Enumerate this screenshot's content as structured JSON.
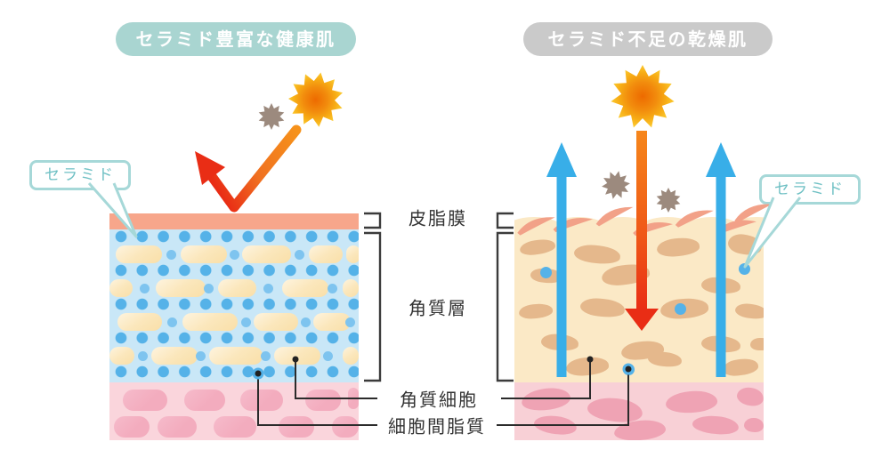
{
  "badges": {
    "healthy": "セラミド豊富な健康肌",
    "dry": "セラミド不足の乾燥肌"
  },
  "bubbles": {
    "left": "セラミド",
    "right": "セラミド"
  },
  "layer_labels": {
    "sebum_film": "皮脂膜",
    "stratum_corneum": "角質層",
    "corneocyte": "角質細胞",
    "intercellular_lipid": "細胞間脂質"
  },
  "icons": {
    "sun": "sun-icon",
    "allergen": "allergen-burst-icon",
    "uv_reflected": "uv-reflected-arrow-icon",
    "uv_penetrating": "uv-penetrating-arrow-icon",
    "moisture_escape": "moisture-escape-arrow-icon",
    "ceramide_dot": "ceramide-dot-icon",
    "skin_flake": "lifted-skin-flake-icon"
  },
  "colors": {
    "teal_badge": "#A9D5D1",
    "gray_badge": "#CACACA",
    "teal_line": "#A6D8D8",
    "teal_text": "#6FC0C4",
    "sebum": "#F7A68B",
    "sc_blue": "#C9E7F7",
    "dot_blue": "#55B2E8",
    "dot_blue_light": "#7EC4EF",
    "cream_hi": "#FEF4DF",
    "cream_lo": "#F9DFA8",
    "dermis_bg": "#FAD5DC",
    "dermis_cell": "#F3ACBE",
    "dry_bg": "#FBE9C6",
    "dry_cell": "#E5B88C",
    "dry_dermis_bg": "#F8D0D6",
    "dry_dermis_cell": "#EFA3B4",
    "arrow_blue": "#38AEE8",
    "red_deep": "#E92D15",
    "orange": "#F6871B",
    "sun_core": "#ED6A00",
    "sun_edge": "#FBC92F",
    "allergen": "#9C8A7E",
    "flake": "#F2A188",
    "callout": "#2B2B2B"
  }
}
